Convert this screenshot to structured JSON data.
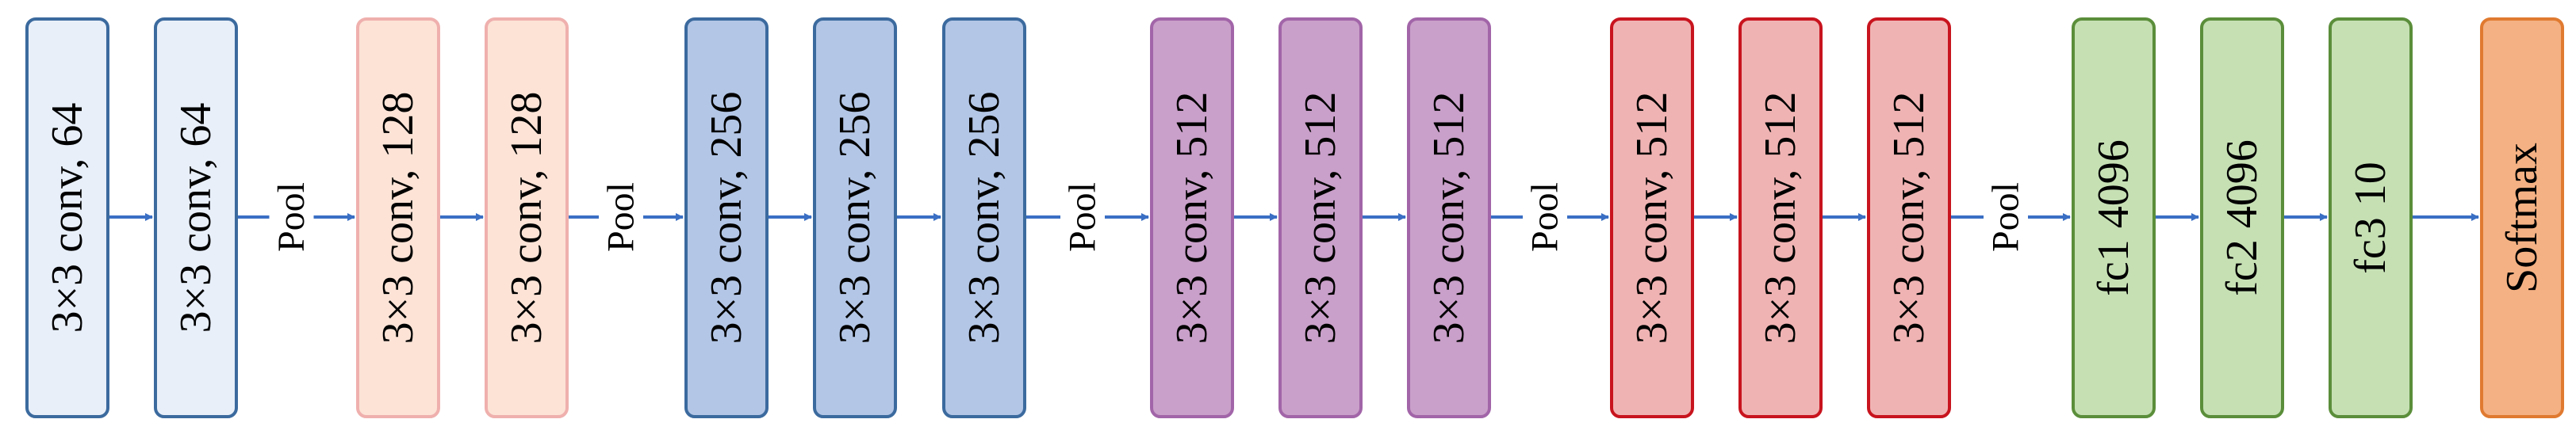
{
  "diagram": {
    "layers": [
      {
        "label": "3×3 conv, 64",
        "style": "block1"
      },
      {
        "label": "3×3 conv, 64",
        "style": "block1"
      },
      {
        "label": "3×3 conv, 128",
        "style": "block2"
      },
      {
        "label": "3×3 conv, 128",
        "style": "block2"
      },
      {
        "label": "3×3 conv, 256",
        "style": "block3"
      },
      {
        "label": "3×3 conv, 256",
        "style": "block3"
      },
      {
        "label": "3×3 conv, 256",
        "style": "block3"
      },
      {
        "label": "3×3 conv, 512",
        "style": "block4"
      },
      {
        "label": "3×3 conv, 512",
        "style": "block4"
      },
      {
        "label": "3×3 conv, 512",
        "style": "block4"
      },
      {
        "label": "3×3 conv, 512",
        "style": "block5"
      },
      {
        "label": "3×3 conv, 512",
        "style": "block5"
      },
      {
        "label": "3×3 conv, 512",
        "style": "block5"
      },
      {
        "label": "fc1 4096",
        "style": "fc"
      },
      {
        "label": "fc2 4096",
        "style": "fc"
      },
      {
        "label": "fc3 10",
        "style": "fc"
      },
      {
        "label": "Softmax",
        "style": "softmax"
      }
    ],
    "pool_label": "Pool",
    "styles": {
      "block1": {
        "fill": "#e8eff9",
        "stroke": "#3b6a9e"
      },
      "block2": {
        "fill": "#fce3d6",
        "stroke": "#efb0ad"
      },
      "block3": {
        "fill": "#b3c6e6",
        "stroke": "#3b6a9e"
      },
      "block4": {
        "fill": "#c9a0c9",
        "stroke": "#a265a8"
      },
      "block5": {
        "fill": "#f0b3b3",
        "stroke": "#c8141e"
      },
      "fc": {
        "fill": "#c6e0b4",
        "stroke": "#5b8e3a"
      },
      "softmax": {
        "fill": "#f4b183",
        "stroke": "#e07a30"
      }
    },
    "arrow_color": "#3a6fc4"
  }
}
